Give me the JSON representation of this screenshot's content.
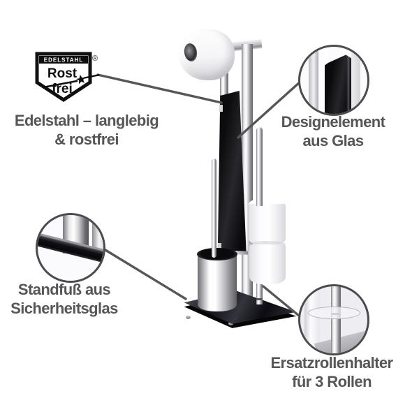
{
  "colors": {
    "background": "#ffffff",
    "label_text": "#565659",
    "leader_line": "#565659",
    "circle_border": "#4b4b4d",
    "glass_panel": "#121216",
    "base_glass": "#101016",
    "chrome_highlight": "#ffffff"
  },
  "badge": {
    "header": "EDELSTAHL",
    "word1": "Rost",
    "word2": "frei",
    "registered": "®"
  },
  "callouts": {
    "material": {
      "line1": "Edelstahl – langlebig",
      "line2": "& rostfrei"
    },
    "design_element": {
      "line1": "Designelement",
      "line2": "aus Glas"
    },
    "base": {
      "line1": "Standfuß aus",
      "line2": "Sicherheitsglas"
    },
    "spare_rolls": {
      "line1": "Ersatzrollenhalter",
      "line2": "für 3 Rollen"
    }
  }
}
